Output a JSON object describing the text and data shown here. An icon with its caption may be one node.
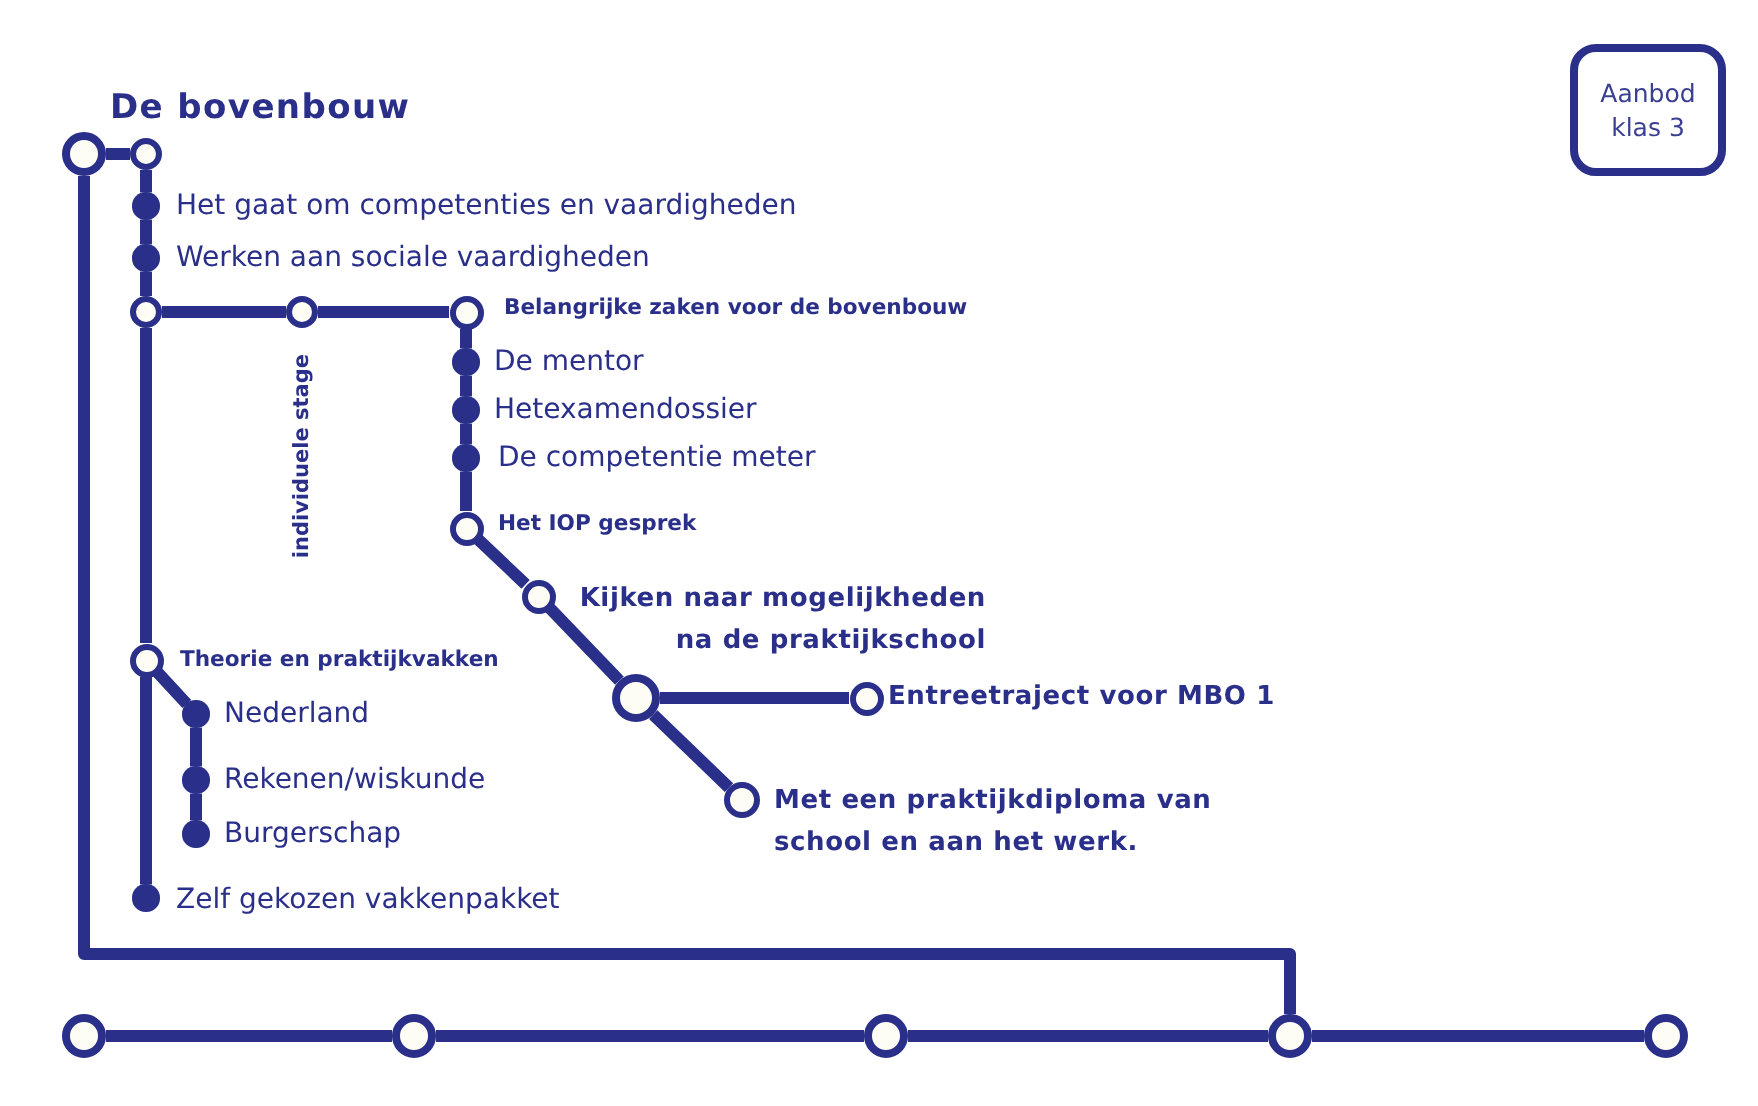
{
  "diagram": {
    "title": "De bovenbouw",
    "nodes": [
      {
        "text": [],
        "shape": "circle"
      },
      {
        "text": [],
        "shape": "circle"
      },
      {
        "text": [
          "Aanbod klas 3"
        ]
      },
      {
        "text": [],
        "shape": "dot",
        "beside": [
          "Het gaat om competenties en vaardigheden"
        ]
      },
      {
        "text": [],
        "shape": "dot",
        "beside": [
          "Werken aan sociale vaardigheden"
        ]
      },
      {
        "text": [],
        "shape": "circle"
      },
      {
        "text": [],
        "shape": "circle",
        "beside": [
          "individuele stage"
        ]
      },
      {
        "text": [],
        "shape": "circle",
        "beside": [
          "Belangrijke zaken voor de bovenbouw"
        ]
      },
      {
        "text": [],
        "shape": "dot",
        "beside": [
          "De mentor"
        ]
      },
      {
        "text": [],
        "shape": "dot",
        "beside": [
          "Hetexamendossier"
        ]
      },
      {
        "text": [],
        "shape": "dot",
        "beside": [
          "De competentie meter"
        ]
      },
      {
        "text": [],
        "shape": "circle",
        "beside": [
          "Het IOP gesprek"
        ]
      },
      {
        "text": [],
        "shape": "circle",
        "beside": [
          "Kijken naar mogelijkheden na de praktijkschool"
        ]
      },
      {
        "text": [],
        "shape": "circle",
        "beside": [
          "Theorie en praktijkvakken"
        ]
      },
      {
        "text": [],
        "shape": "circle"
      },
      {
        "text": [],
        "shape": "circle",
        "beside": [
          "Entreetraject voor MBO 1"
        ]
      },
      {
        "text": [],
        "shape": "dot",
        "beside": [
          "Nederland"
        ]
      },
      {
        "text": [],
        "shape": "dot",
        "beside": [
          "Rekenen/wiskunde"
        ]
      },
      {
        "text": [],
        "shape": "circle",
        "beside": [
          "Met een praktijkdiploma van school en aan het werk."
        ]
      },
      {
        "text": [],
        "shape": "dot",
        "beside": [
          "Burgerschap"
        ]
      },
      {
        "text": [],
        "shape": "dot",
        "beside": [
          "Zelf gekozen vakkenpakket"
        ]
      },
      {
        "text": [],
        "shape": "circle"
      },
      {
        "text": [],
        "shape": "circle"
      },
      {
        "text": [],
        "shape": "circle"
      },
      {
        "text": [],
        "shape": "circle"
      },
      {
        "text": [],
        "shape": "circle"
      }
    ],
    "edges": [
      {
        "from": 0,
        "to": 1,
        "arrow": "none"
      },
      {
        "from": 1,
        "to": 3,
        "arrow": "none"
      },
      {
        "from": 3,
        "to": 4,
        "arrow": "none"
      },
      {
        "from": 4,
        "to": 5,
        "arrow": "none"
      },
      {
        "from": 5,
        "to": 6,
        "arrow": "none"
      },
      {
        "from": 6,
        "to": 7,
        "arrow": "none"
      },
      {
        "from": 7,
        "to": 8,
        "arrow": "none"
      },
      {
        "from": 8,
        "to": 9,
        "arrow": "none"
      },
      {
        "from": 9,
        "to": 10,
        "arrow": "none"
      },
      {
        "from": 10,
        "to": 11,
        "arrow": "none"
      },
      {
        "from": 11,
        "to": 12,
        "arrow": "none"
      },
      {
        "from": 12,
        "to": 14,
        "arrow": "none"
      },
      {
        "from": 14,
        "to": 15,
        "arrow": "none"
      },
      {
        "from": 14,
        "to": 18,
        "arrow": "none"
      },
      {
        "from": 5,
        "to": 13,
        "arrow": "none"
      },
      {
        "from": 13,
        "to": 16,
        "arrow": "none"
      },
      {
        "from": 16,
        "to": 17,
        "arrow": "none"
      },
      {
        "from": 17,
        "to": 19,
        "arrow": "none"
      },
      {
        "from": 13,
        "to": 20,
        "arrow": "none"
      },
      {
        "from": 0,
        "to": 24,
        "arrow": "none"
      },
      {
        "from": 21,
        "to": 22,
        "arrow": "none"
      },
      {
        "from": 22,
        "to": 23,
        "arrow": "none"
      },
      {
        "from": 23,
        "to": 24,
        "arrow": "none"
      },
      {
        "from": 24,
        "to": 25,
        "arrow": "none"
      }
    ]
  }
}
